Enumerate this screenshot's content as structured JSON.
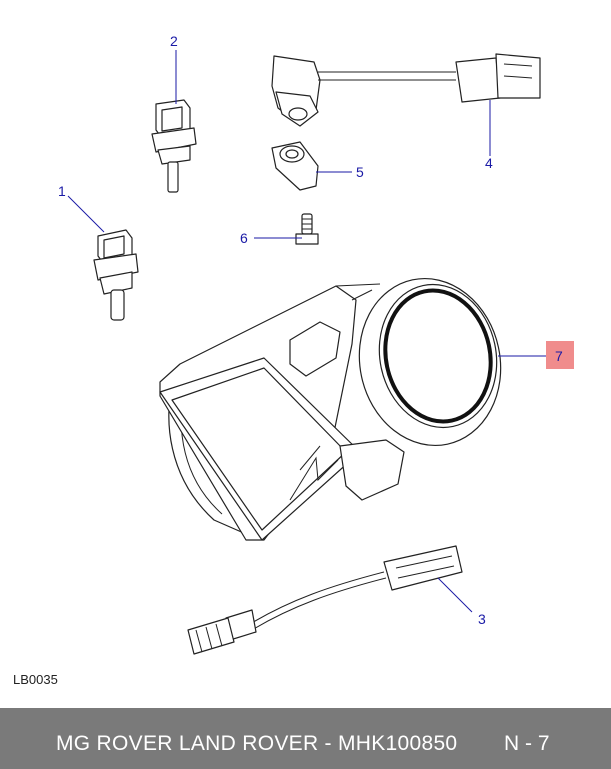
{
  "diagram": {
    "callouts": [
      {
        "id": "1",
        "label": "1"
      },
      {
        "id": "2",
        "label": "2"
      },
      {
        "id": "3",
        "label": "3"
      },
      {
        "id": "4",
        "label": "4"
      },
      {
        "id": "5",
        "label": "5"
      },
      {
        "id": "6",
        "label": "6"
      },
      {
        "id": "7",
        "label": "7"
      }
    ],
    "highlighted_callout": "7",
    "reference_code": "LB0035"
  },
  "footer": {
    "title": "MG ROVER LAND ROVER - MHK100850",
    "page": "N - 7"
  },
  "colors": {
    "callout_text": "#1a1aa6",
    "highlight_fill": "#f08c8c",
    "footer_bg": "#7a7a7a",
    "footer_text": "#ffffff"
  }
}
